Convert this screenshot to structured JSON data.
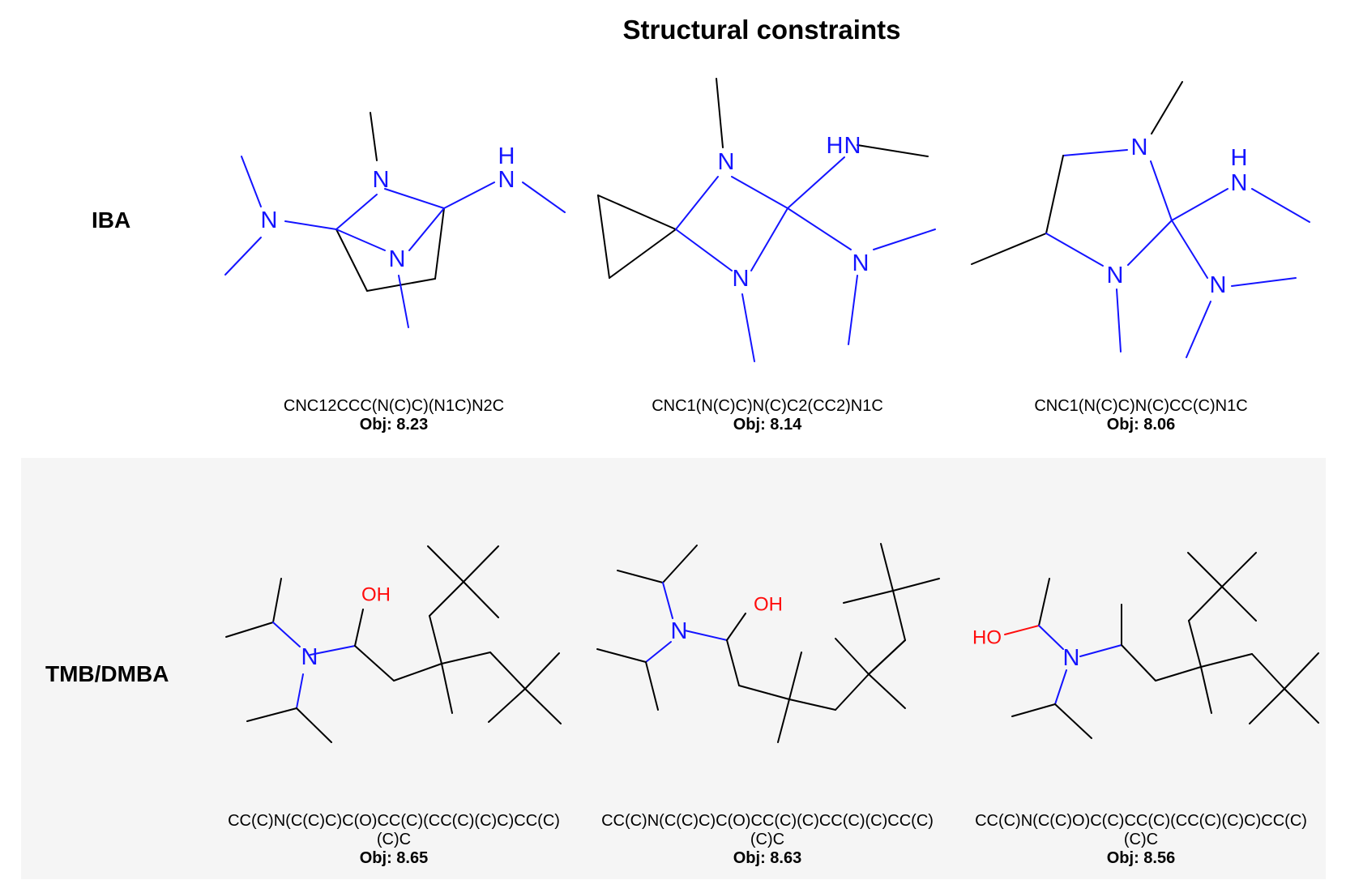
{
  "title": "Structural constraints",
  "rows": [
    {
      "label": "IBA",
      "molecules": [
        {
          "smiles": "CNC12CCC(N(C)C)(N1C)N2C",
          "obj": "Obj: 8.23"
        },
        {
          "smiles": "CNC1(N(C)C)N(C)C2(CC2)N1C",
          "obj": "Obj: 8.14"
        },
        {
          "smiles": "CNC1(N(C)C)N(C)CC(C)N1C",
          "obj": "Obj: 8.06"
        }
      ]
    },
    {
      "label": "TMB/DMBA",
      "molecules": [
        {
          "smiles": "CC(C)N(C(C)C)C(O)CC(C)(CC(C)(C)C)CC(C)",
          "smiles_cont": "(C)C",
          "obj": "Obj: 8.65"
        },
        {
          "smiles": "CC(C)N(C(C)C)C(O)CC(C)(C)CC(C)(C)CC(C)",
          "smiles_cont": "(C)C",
          "obj": "Obj: 8.63"
        },
        {
          "smiles": "CC(C)N(C(C)O)C(C)CC(C)(CC(C)(C)C)CC(C)",
          "smiles_cont": "(C)C",
          "obj": "Obj: 8.56"
        }
      ]
    }
  ],
  "atom_labels": {
    "n": "N",
    "nh": "H",
    "oh": "OH",
    "ho": "HO"
  },
  "colors": {
    "nitrogen": "#1414ff",
    "oxygen": "#ff0d0d",
    "panel": "#f5f5f5"
  }
}
